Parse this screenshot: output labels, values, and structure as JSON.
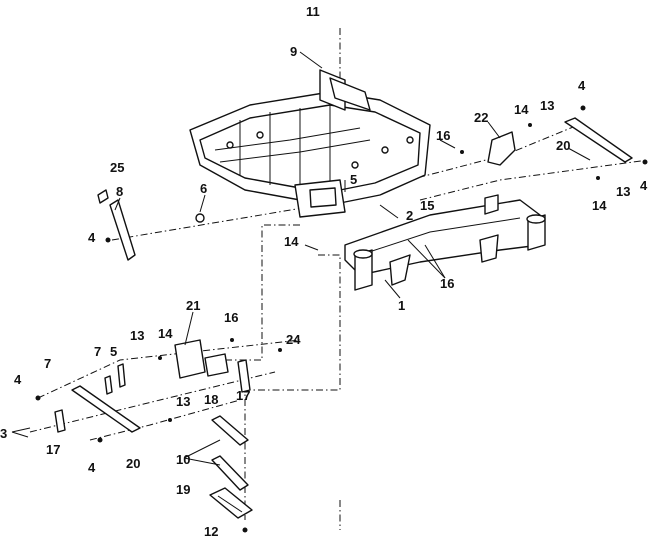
{
  "diagram": {
    "callouts": {
      "c11": "11",
      "c9": "9",
      "c4_top": "4",
      "c22": "22",
      "c14_top": "14",
      "c13_top": "13",
      "c16_top": "16",
      "c20_right": "20",
      "c13_right": "13",
      "c4_right": "4",
      "c14_right": "14",
      "c25": "25",
      "c8": "8",
      "c6": "6",
      "c5_top": "5",
      "c15": "15",
      "c2": "2",
      "c4_left": "4",
      "c14_mid": "14",
      "c16_mid": "16",
      "c1": "1",
      "c21": "21",
      "c16_low": "16",
      "c13_low": "13",
      "c14_low": "14",
      "c7_a": "7",
      "c5_low": "5",
      "c7_b": "7",
      "c4_low": "4",
      "c24": "24",
      "c18": "18",
      "c17_right": "17",
      "c13_bottom": "13",
      "c3": "3",
      "c17_left": "17",
      "c4_bottom": "4",
      "c20_bottom": "20",
      "c10": "10",
      "c19": "19",
      "c12": "12"
    }
  }
}
